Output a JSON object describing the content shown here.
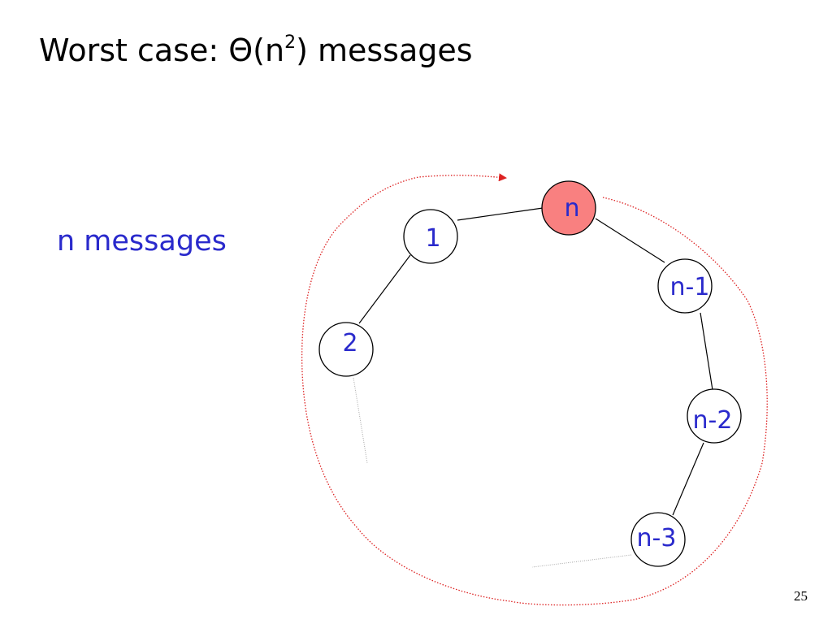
{
  "slide": {
    "title_prefix": "Worst case: Θ(n",
    "title_exponent": "2",
    "title_suffix": ") messages",
    "note": "n messages",
    "page_number": "25"
  },
  "diagram": {
    "nodes": [
      {
        "id": "n",
        "label": "n",
        "highlight": true
      },
      {
        "id": "1",
        "label": "1",
        "highlight": false
      },
      {
        "id": "2",
        "label": "2",
        "highlight": false
      },
      {
        "id": "n-1",
        "label": "n-1",
        "highlight": false
      },
      {
        "id": "n-2",
        "label": "n-2",
        "highlight": false
      },
      {
        "id": "n-3",
        "label": "n-3",
        "highlight": false
      }
    ],
    "edges": [
      {
        "from": "1",
        "to": "n",
        "style": "solid"
      },
      {
        "from": "1",
        "to": "2",
        "style": "solid"
      },
      {
        "from": "n",
        "to": "n-1",
        "style": "solid"
      },
      {
        "from": "n-1",
        "to": "n-2",
        "style": "solid"
      },
      {
        "from": "n-2",
        "to": "n-3",
        "style": "solid"
      },
      {
        "from": "2",
        "to": "…",
        "style": "faint"
      },
      {
        "from": "n-3",
        "to": "…",
        "style": "faint"
      }
    ],
    "colors": {
      "node_label": "#2a2acc",
      "highlight_fill": "#f98080",
      "message_path": "#dd2222",
      "edge": "#000000",
      "faint_edge": "#a8a8a8"
    }
  }
}
